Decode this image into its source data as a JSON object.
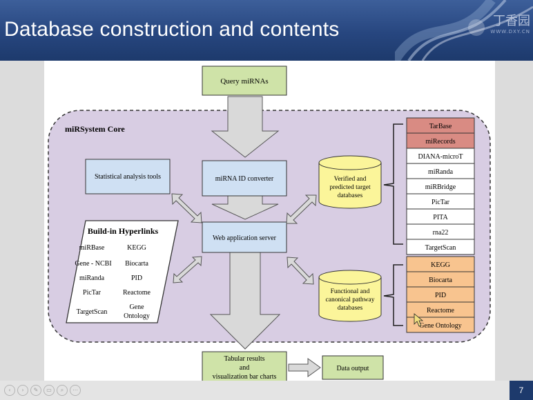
{
  "header": {
    "title": "Database construction and contents",
    "logo_text": "丁香园",
    "logo_sub": "WWW.DXY.CN"
  },
  "footer": {
    "page_number": "7"
  },
  "diagram": {
    "query": "Query miRNAs",
    "core_label": "miRSystem Core",
    "stats": "Statistical analysis tools",
    "converter": "miRNA ID converter",
    "web_server": "Web application server",
    "verified_db": [
      "Verified and",
      "predicted target",
      "databases"
    ],
    "functional_db": [
      "Functional and",
      "canonical pathway",
      "databases"
    ],
    "hyperlinks_title": "Build-in Hyperlinks",
    "hyperlinks_left": [
      "miRBase",
      "Gene - NCBI",
      "miRanda",
      "PicTar",
      "TargetScan"
    ],
    "hyperlinks_right": [
      "KEGG",
      "Biocarta",
      "PID",
      "Reactome",
      "Gene",
      "Ontology"
    ],
    "target_dbs": [
      "TarBase",
      "miRecords",
      "DIANA-microT",
      "miRanda",
      "miRBridge",
      "PicTar",
      "PITA",
      "rna22",
      "TargetScan"
    ],
    "pathway_dbs": [
      "KEGG",
      "Biocarta",
      "PID",
      "Reactome",
      "Gene Ontology"
    ],
    "results": [
      "Tabular results",
      "and",
      "visualization bar charts"
    ],
    "output": "Data output"
  },
  "colors": {
    "green_box": "#cfe3a8",
    "blue_box": "#cfe0f3",
    "cylinder": "#fbf59a",
    "core_bg": "#d8cde3",
    "red_db": "#d98b83",
    "orange_db": "#f8c48f",
    "header": "#27467f"
  }
}
